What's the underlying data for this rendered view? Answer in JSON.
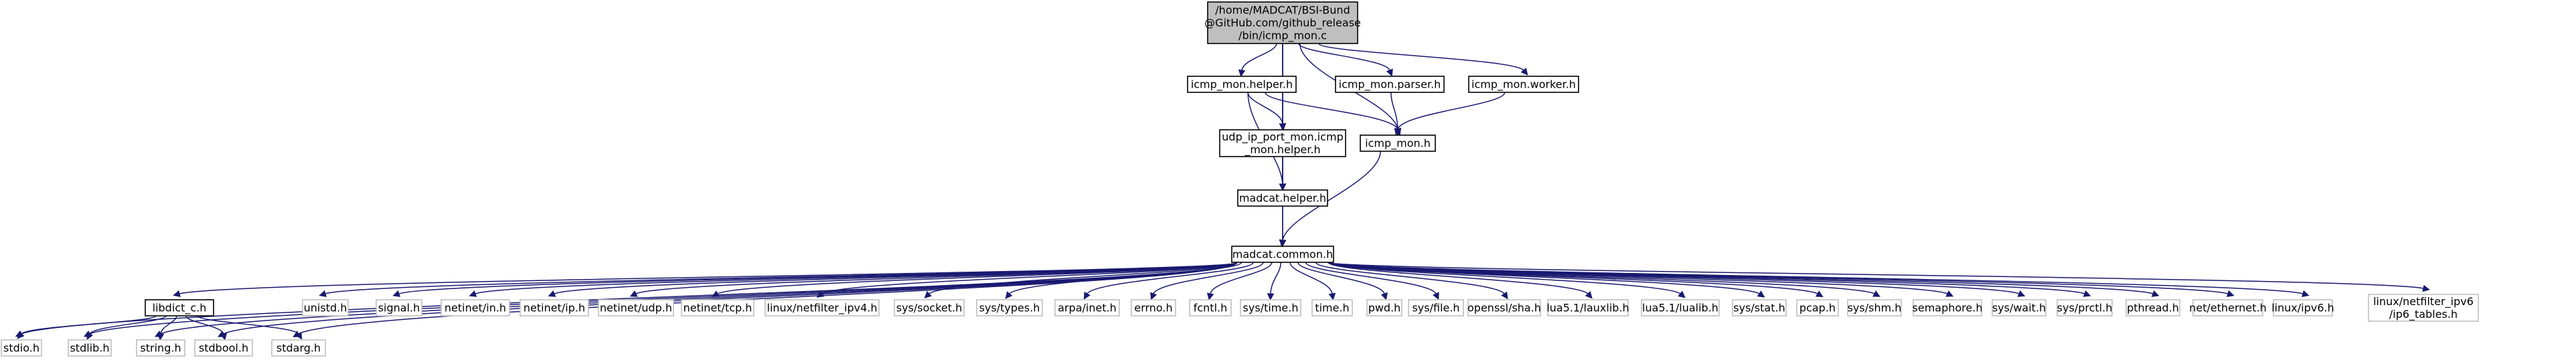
{
  "diagram": {
    "type": "include-dependency-graph",
    "colors": {
      "edge": "#191970",
      "root_fill": "#bfbfbf",
      "local_border": "#000000",
      "system_border": "#bfbfbf"
    },
    "nodes": [
      {
        "id": "root",
        "kind": "root",
        "lines": [
          "/home/MADCAT/BSI-Bund",
          "@GitHub.com/github_release",
          "/bin/icmp_mon.c"
        ]
      },
      {
        "id": "helper",
        "kind": "local",
        "lines": [
          "icmp_mon.helper.h"
        ]
      },
      {
        "id": "parser",
        "kind": "local",
        "lines": [
          "icmp_mon.parser.h"
        ]
      },
      {
        "id": "worker",
        "kind": "local",
        "lines": [
          "icmp_mon.worker.h"
        ]
      },
      {
        "id": "udpip",
        "kind": "local",
        "lines": [
          "udp_ip_port_mon.icmp",
          "_mon.helper.h"
        ]
      },
      {
        "id": "icmpmon",
        "kind": "local",
        "lines": [
          "icmp_mon.h"
        ]
      },
      {
        "id": "madhelper",
        "kind": "local",
        "lines": [
          "madcat.helper.h"
        ]
      },
      {
        "id": "common",
        "kind": "local",
        "lines": [
          "madcat.common.h"
        ]
      },
      {
        "id": "libdict",
        "kind": "local",
        "lines": [
          "libdict_c.h"
        ]
      },
      {
        "id": "unistd",
        "kind": "sys",
        "lines": [
          "unistd.h"
        ]
      },
      {
        "id": "signal",
        "kind": "sys",
        "lines": [
          "signal.h"
        ]
      },
      {
        "id": "netinet_in",
        "kind": "sys",
        "lines": [
          "netinet/in.h"
        ]
      },
      {
        "id": "netinet_ip",
        "kind": "sys",
        "lines": [
          "netinet/ip.h"
        ]
      },
      {
        "id": "netinet_udp",
        "kind": "sys",
        "lines": [
          "netinet/udp.h"
        ]
      },
      {
        "id": "netinet_tcp",
        "kind": "sys",
        "lines": [
          "netinet/tcp.h"
        ]
      },
      {
        "id": "nf_ipv4",
        "kind": "sys",
        "lines": [
          "linux/netfilter_ipv4.h"
        ]
      },
      {
        "id": "socket",
        "kind": "sys",
        "lines": [
          "sys/socket.h"
        ]
      },
      {
        "id": "types",
        "kind": "sys",
        "lines": [
          "sys/types.h"
        ]
      },
      {
        "id": "inet",
        "kind": "sys",
        "lines": [
          "arpa/inet.h"
        ]
      },
      {
        "id": "errno",
        "kind": "sys",
        "lines": [
          "errno.h"
        ]
      },
      {
        "id": "fcntl",
        "kind": "sys",
        "lines": [
          "fcntl.h"
        ]
      },
      {
        "id": "systime",
        "kind": "sys",
        "lines": [
          "sys/time.h"
        ]
      },
      {
        "id": "time",
        "kind": "sys",
        "lines": [
          "time.h"
        ]
      },
      {
        "id": "pwd",
        "kind": "sys",
        "lines": [
          "pwd.h"
        ]
      },
      {
        "id": "file",
        "kind": "sys",
        "lines": [
          "sys/file.h"
        ]
      },
      {
        "id": "sha",
        "kind": "sys",
        "lines": [
          "openssl/sha.h"
        ]
      },
      {
        "id": "lauxlib",
        "kind": "sys",
        "lines": [
          "lua5.1/lauxlib.h"
        ]
      },
      {
        "id": "lualib",
        "kind": "sys",
        "lines": [
          "lua5.1/lualib.h"
        ]
      },
      {
        "id": "stat",
        "kind": "sys",
        "lines": [
          "sys/stat.h"
        ]
      },
      {
        "id": "pcap",
        "kind": "sys",
        "lines": [
          "pcap.h"
        ]
      },
      {
        "id": "shm",
        "kind": "sys",
        "lines": [
          "sys/shm.h"
        ]
      },
      {
        "id": "semaphore",
        "kind": "sys",
        "lines": [
          "semaphore.h"
        ]
      },
      {
        "id": "wait",
        "kind": "sys",
        "lines": [
          "sys/wait.h"
        ]
      },
      {
        "id": "prctl",
        "kind": "sys",
        "lines": [
          "sys/prctl.h"
        ]
      },
      {
        "id": "pthread",
        "kind": "sys",
        "lines": [
          "pthread.h"
        ]
      },
      {
        "id": "ethernet",
        "kind": "sys",
        "lines": [
          "net/ethernet.h"
        ]
      },
      {
        "id": "ipv6",
        "kind": "sys",
        "lines": [
          "linux/ipv6.h"
        ]
      },
      {
        "id": "ip6tables",
        "kind": "sys",
        "lines": [
          "linux/netfilter_ipv6",
          "/ip6_tables.h"
        ]
      },
      {
        "id": "stdio",
        "kind": "sys",
        "lines": [
          "stdio.h"
        ]
      },
      {
        "id": "stdlib",
        "kind": "sys",
        "lines": [
          "stdlib.h"
        ]
      },
      {
        "id": "string",
        "kind": "sys",
        "lines": [
          "string.h"
        ]
      },
      {
        "id": "stdbool",
        "kind": "sys",
        "lines": [
          "stdbool.h"
        ]
      },
      {
        "id": "stdarg",
        "kind": "sys",
        "lines": [
          "stdarg.h"
        ]
      }
    ],
    "edges": [
      [
        "root",
        "helper"
      ],
      [
        "root",
        "parser"
      ],
      [
        "root",
        "worker"
      ],
      [
        "root",
        "udpip"
      ],
      [
        "root",
        "icmpmon"
      ],
      [
        "root",
        "madhelper"
      ],
      [
        "root",
        "common"
      ],
      [
        "helper",
        "udpip"
      ],
      [
        "helper",
        "icmpmon"
      ],
      [
        "helper",
        "madhelper"
      ],
      [
        "parser",
        "icmpmon"
      ],
      [
        "worker",
        "icmpmon"
      ],
      [
        "udpip",
        "madhelper"
      ],
      [
        "icmpmon",
        "common"
      ],
      [
        "madhelper",
        "common"
      ],
      [
        "common",
        "libdict"
      ],
      [
        "common",
        "unistd"
      ],
      [
        "common",
        "signal"
      ],
      [
        "common",
        "netinet_in"
      ],
      [
        "common",
        "netinet_ip"
      ],
      [
        "common",
        "netinet_udp"
      ],
      [
        "common",
        "netinet_tcp"
      ],
      [
        "common",
        "nf_ipv4"
      ],
      [
        "common",
        "socket"
      ],
      [
        "common",
        "types"
      ],
      [
        "common",
        "inet"
      ],
      [
        "common",
        "errno"
      ],
      [
        "common",
        "fcntl"
      ],
      [
        "common",
        "systime"
      ],
      [
        "common",
        "time"
      ],
      [
        "common",
        "pwd"
      ],
      [
        "common",
        "file"
      ],
      [
        "common",
        "sha"
      ],
      [
        "common",
        "lauxlib"
      ],
      [
        "common",
        "lualib"
      ],
      [
        "common",
        "stat"
      ],
      [
        "common",
        "pcap"
      ],
      [
        "common",
        "shm"
      ],
      [
        "common",
        "semaphore"
      ],
      [
        "common",
        "wait"
      ],
      [
        "common",
        "prctl"
      ],
      [
        "common",
        "pthread"
      ],
      [
        "common",
        "ethernet"
      ],
      [
        "common",
        "ipv6"
      ],
      [
        "common",
        "ip6tables"
      ],
      [
        "common",
        "stdio"
      ],
      [
        "common",
        "stdlib"
      ],
      [
        "common",
        "string"
      ],
      [
        "common",
        "stdbool"
      ],
      [
        "common",
        "stdarg"
      ],
      [
        "libdict",
        "stdio"
      ],
      [
        "libdict",
        "stdlib"
      ],
      [
        "libdict",
        "string"
      ],
      [
        "libdict",
        "stdbool"
      ],
      [
        "libdict",
        "stdarg"
      ]
    ]
  }
}
